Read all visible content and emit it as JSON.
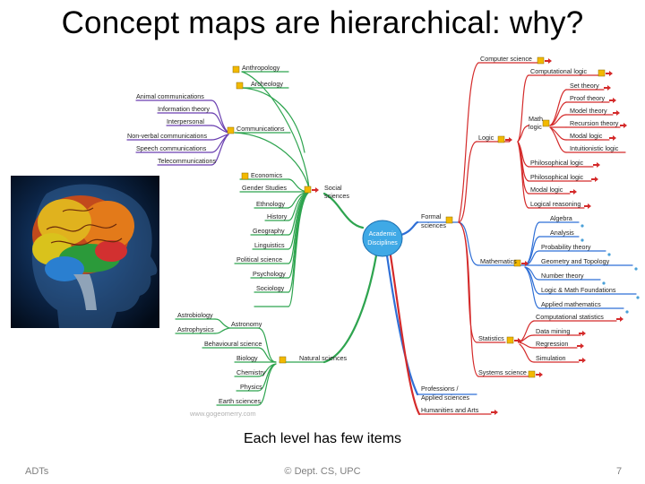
{
  "slide": {
    "title": "Concept maps are hierarchical: why?",
    "caption": "Each level has few items",
    "footer_left": "ADTs",
    "footer_center": "© Dept. CS, UPC",
    "page_number": "7"
  },
  "mindmap": {
    "center": [
      "Academic",
      "Disciplines"
    ],
    "watermark": "www.gogeomerry.com",
    "left_branches": {
      "social": {
        "label": [
          "Social",
          "sciences"
        ],
        "children": [
          "Economics",
          "Gender Studies",
          "Ethnology",
          "History",
          "Geography",
          "Linguistics",
          "Political science",
          "Psychology",
          "Sociology"
        ],
        "anthro": [
          "Anthropology",
          "Archeology"
        ],
        "communications": {
          "label": "Communications",
          "children": [
            "Animal communications",
            "Information theory",
            "Interpersonal",
            "Non-verbal communications",
            "Speech communications",
            "Telecommunications"
          ]
        }
      },
      "natural": {
        "label": "Natural sciences",
        "children": [
          "Astronomy",
          "Behavioural science",
          "Biology",
          "Chemistry",
          "Physics",
          "Earth sciences"
        ],
        "astro_children": [
          "Astrobiology",
          "Astrophysics"
        ]
      }
    },
    "right_branches": {
      "formal": {
        "label": [
          "Formal",
          "sciences"
        ],
        "logic": {
          "label": "Logic",
          "computer_science": "Computer science",
          "computational_logic": "Computational logic",
          "math_logic": {
            "label": [
              "Math",
              "logic"
            ],
            "children": [
              "Set theory",
              "Proof theory",
              "Model theory",
              "Recursion theory",
              "Modal logic",
              "Intuitionistic logic"
            ]
          },
          "others": [
            "Philosophical logic",
            "Philosophical logic",
            "Modal logic",
            "Logical reasoning"
          ]
        },
        "mathematics": {
          "label": "Mathematics",
          "children": [
            "Algebra",
            "Analysis",
            "Probability theory",
            "Geometry and Topology",
            "Number theory",
            "Logic & Math Foundations",
            "Applied mathematics"
          ]
        },
        "statistics": {
          "label": "Statistics",
          "children": [
            "Computational statistics",
            "Data mining",
            "Regression",
            "Simulation"
          ]
        },
        "systems": "Systems science"
      },
      "professions": [
        "Professions /",
        "Applied sciences"
      ],
      "humanities": "Humanities and Arts"
    }
  },
  "colors": {
    "green": "#2ea44f",
    "blue": "#2f6fd6",
    "red": "#d42a2a",
    "purple": "#6a3fb0",
    "teal": "#17a2a8",
    "olive": "#7a9a1e",
    "flag": "#f2b900"
  }
}
